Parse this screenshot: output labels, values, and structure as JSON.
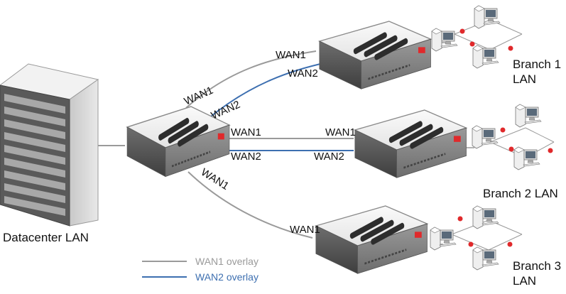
{
  "colors": {
    "wan1": "#9a9a9a",
    "wan2": "#3d6fb0",
    "node_dot": "#e0292b"
  },
  "datacenter": {
    "label": "Datacenter LAN"
  },
  "branches": [
    {
      "line1": "Branch 1",
      "line2": "LAN"
    },
    {
      "line1": "Branch 2 LAN"
    },
    {
      "line1": "Branch 3",
      "line2": "LAN"
    }
  ],
  "links": {
    "b1_hub_wan1": "WAN1",
    "b1_hub_wan2": "WAN2",
    "b1_spoke_wan1": "WAN1",
    "b1_spoke_wan2": "WAN2",
    "b2_hub_wan1": "WAN1",
    "b2_hub_wan2": "WAN2",
    "b2_spoke_wan1": "WAN1",
    "b2_spoke_wan2": "WAN2",
    "b3_hub_wan1": "WAN1",
    "b3_spoke_wan1": "WAN1"
  },
  "legend": [
    {
      "label": "WAN1 overlay",
      "icon": "gray-line"
    },
    {
      "label": "WAN2 overlay",
      "icon": "blue-line"
    }
  ],
  "icons": [
    "server-rack-icon",
    "firewall-appliance-icon",
    "desktop-computer-icon"
  ]
}
